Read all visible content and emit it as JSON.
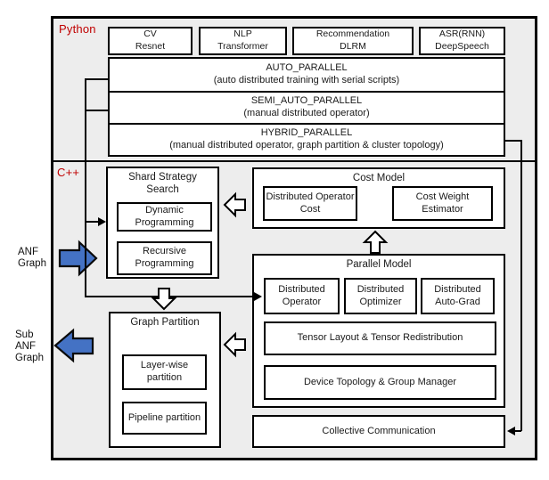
{
  "colors": {
    "panel_bg": "#ededed",
    "section_label": "#c00000",
    "flow_arrow": "#4472c4",
    "box_bg": "#ffffff",
    "line": "#000000"
  },
  "python": {
    "label": "Python",
    "apps": [
      {
        "line1": "CV",
        "line2": "Resnet"
      },
      {
        "line1": "NLP",
        "line2": "Transformer"
      },
      {
        "line1": "Recommendation",
        "line2": "DLRM"
      },
      {
        "line1": "ASR(RNN)",
        "line2": "DeepSpeech"
      }
    ],
    "api_rows": [
      {
        "title": "AUTO_PARALLEL",
        "subtitle": "(auto distributed training with serial scripts)"
      },
      {
        "title": "SEMI_AUTO_PARALLEL",
        "subtitle": "(manual distributed operator)"
      },
      {
        "title": "HYBRID_PARALLEL",
        "subtitle": "(manual distributed operator, graph partition & cluster topology)"
      }
    ]
  },
  "cpp": {
    "label": "C++",
    "shard_strategy": {
      "title": "Shard Strategy Search",
      "children": [
        "Dynamic Programming",
        "Recursive Programming"
      ]
    },
    "cost_model": {
      "title": "Cost Model",
      "children": [
        "Distributed Operator Cost",
        "Cost Weight Estimator"
      ]
    },
    "parallel_model": {
      "title": "Parallel Model",
      "children": [
        "Distributed Operator",
        "Distributed Optimizer",
        "Distributed Auto-Grad",
        "Tensor Layout & Tensor Redistribution",
        "Device Topology & Group Manager"
      ]
    },
    "graph_partition": {
      "title": "Graph Partition",
      "children": [
        "Layer-wise partition",
        "Pipeline partition"
      ]
    },
    "collective_communication": "Collective Communication"
  },
  "io_labels": {
    "input": "ANF Graph",
    "output": "Sub ANF Graph"
  }
}
